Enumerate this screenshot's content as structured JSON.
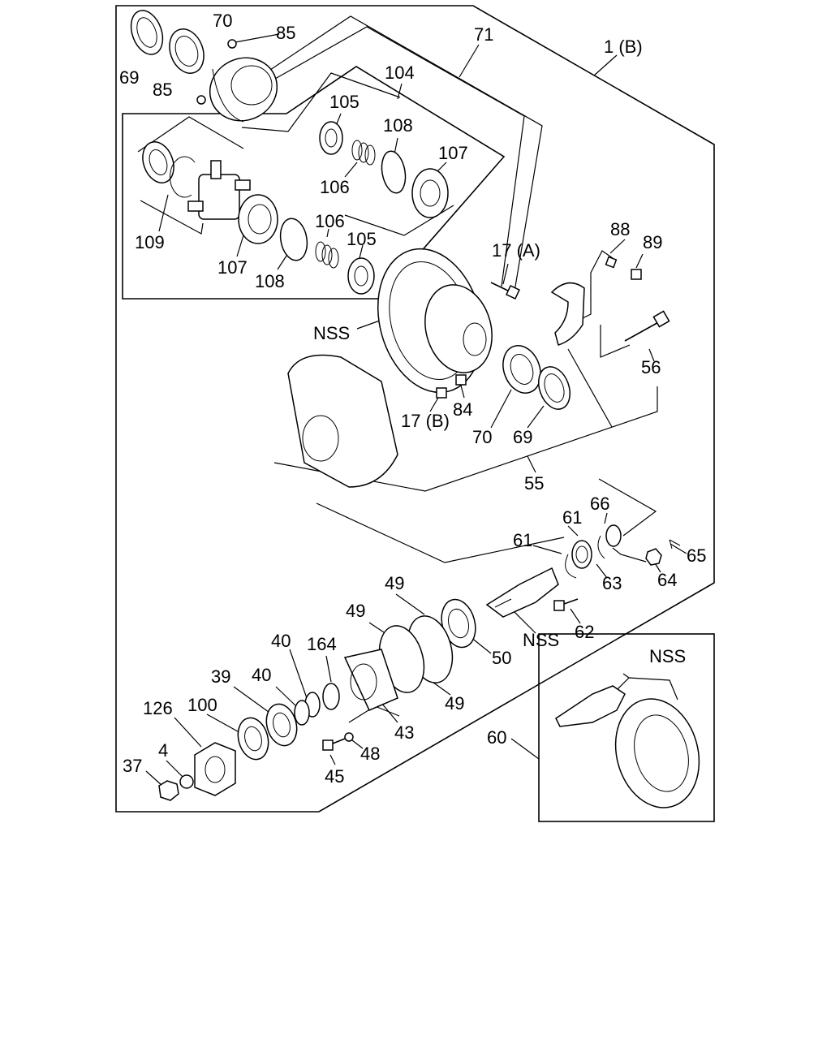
{
  "labels": {
    "l69a": "69",
    "l70a": "70",
    "l85a": "85",
    "l85b": "85",
    "l71": "71",
    "l1b": "1 (B)",
    "l104": "104",
    "l105a": "105",
    "l108a": "108",
    "l106a": "106",
    "l107a": "107",
    "l109": "109",
    "l107b": "107",
    "l108b": "108",
    "l106b": "106",
    "l105b": "105",
    "l88": "88",
    "l89": "89",
    "l17a": "17 (A)",
    "lnss1": "NSS",
    "l56": "56",
    "l84": "84",
    "l17b": "17 (B)",
    "l70b": "70",
    "l69b": "69",
    "l55": "55",
    "l66": "66",
    "l61a": "61",
    "l61b": "61",
    "l65": "65",
    "l63": "63",
    "l64": "64",
    "l49a": "49",
    "l49b": "49",
    "l49c": "49",
    "l62": "62",
    "lnss2": "NSS",
    "l50": "50",
    "l40a": "40",
    "l164": "164",
    "l39": "39",
    "l40b": "40",
    "l43": "43",
    "l126": "126",
    "l100": "100",
    "l48": "48",
    "l37": "37",
    "l4": "4",
    "l45": "45",
    "l60": "60",
    "lnss3": "NSS"
  }
}
